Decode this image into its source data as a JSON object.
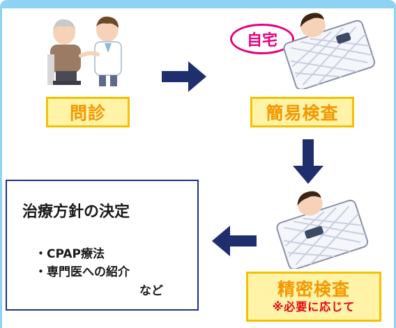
{
  "steps": {
    "interview": "問診",
    "simple_test": "簡易検査",
    "detailed_test": "精密検査",
    "detailed_note": "※必要に応じて"
  },
  "home_badge": "自宅",
  "plan": {
    "title": "治療方針の決定",
    "items": [
      "・CPAP療法",
      "・専門医への紹介",
      "など"
    ]
  },
  "colors": {
    "label_fill": "#fff3a8",
    "label_border": "#f2c200",
    "label_text": "#f39800",
    "note_text": "#e60012",
    "arrow": "#1f2f6e",
    "badge": "#e4007f",
    "frame": "#8fd3f4"
  },
  "icons": [
    "doctor-consultation-icon",
    "sleeping-person-home-icon",
    "sleeping-person-test-icon",
    "arrow-right-icon",
    "arrow-down-icon",
    "arrow-left-icon"
  ]
}
